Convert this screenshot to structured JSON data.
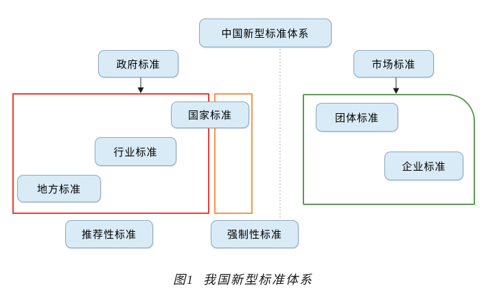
{
  "diagram": {
    "type": "hierarchy-flowchart",
    "nodes": {
      "root": {
        "label": "中国新型标准体系"
      },
      "government": {
        "label": "政府标准"
      },
      "market": {
        "label": "市场标准"
      },
      "national": {
        "label": "国家标准"
      },
      "industry": {
        "label": "行业标准"
      },
      "local": {
        "label": "地方标准"
      },
      "group": {
        "label": "团体标准"
      },
      "enterprise": {
        "label": "企业标准"
      },
      "recommended": {
        "label": "推荐性标准"
      },
      "mandatory": {
        "label": "强制性标准"
      }
    },
    "relations": {
      "root_branches": [
        "政府标准",
        "市场标准"
      ],
      "government_group_contains": [
        "国家标准",
        "行业标准",
        "地方标准"
      ],
      "mandatory_column_overlaps": [
        "国家标准"
      ],
      "market_group_contains": [
        "团体标准",
        "企业标准"
      ],
      "bottom_row": [
        "推荐性标准",
        "强制性标准"
      ],
      "dotted_link": "中国新型标准体系 → 强制性标准"
    },
    "colors": {
      "node_fill": "#d9ebf6",
      "node_border": "#8ca8bc",
      "government_group_border": "#ee3b33",
      "mandatory_group_border": "#f79646",
      "market_group_border": "#5b9b52",
      "arrow_line": "#595959",
      "dotted_line": "#b0b0b0"
    }
  },
  "caption": "图1  我国新型标准体系"
}
